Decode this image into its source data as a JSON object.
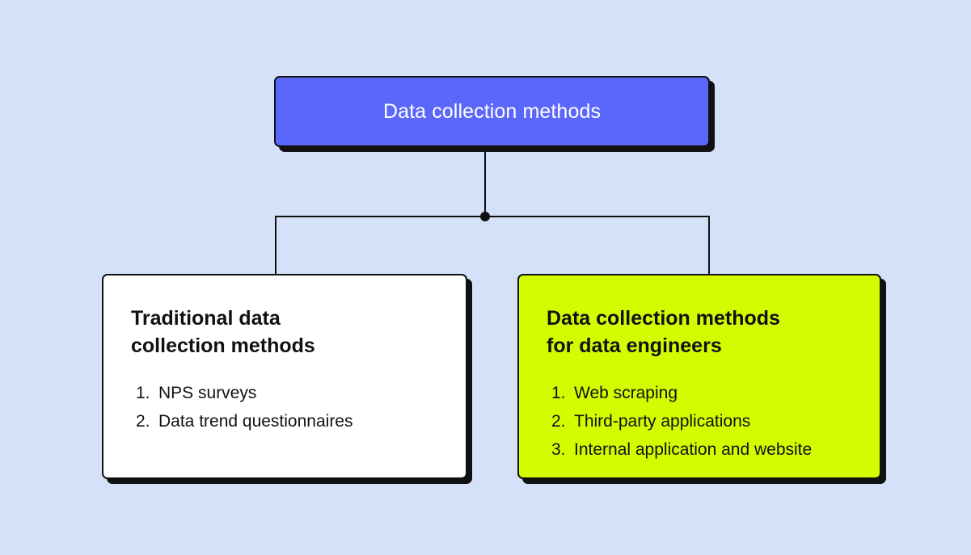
{
  "root": {
    "label": "Data collection methods",
    "color": "#5b67fb"
  },
  "branches": [
    {
      "title_line1": "Traditional data",
      "title_line2": "collection methods",
      "color": "#ffffff",
      "items": [
        {
          "num": "1.",
          "text": "NPS surveys"
        },
        {
          "num": "2.",
          "text": "Data trend questionnaires"
        }
      ]
    },
    {
      "title_line1": "Data collection methods",
      "title_line2": "for data engineers",
      "color": "#d5fb00",
      "items": [
        {
          "num": "1.",
          "text": "Web scraping"
        },
        {
          "num": "2.",
          "text": "Third-party applications"
        },
        {
          "num": "3.",
          "text": "Internal application and website"
        }
      ]
    }
  ],
  "colors": {
    "background": "#d4e1f9",
    "outline": "#111111"
  }
}
